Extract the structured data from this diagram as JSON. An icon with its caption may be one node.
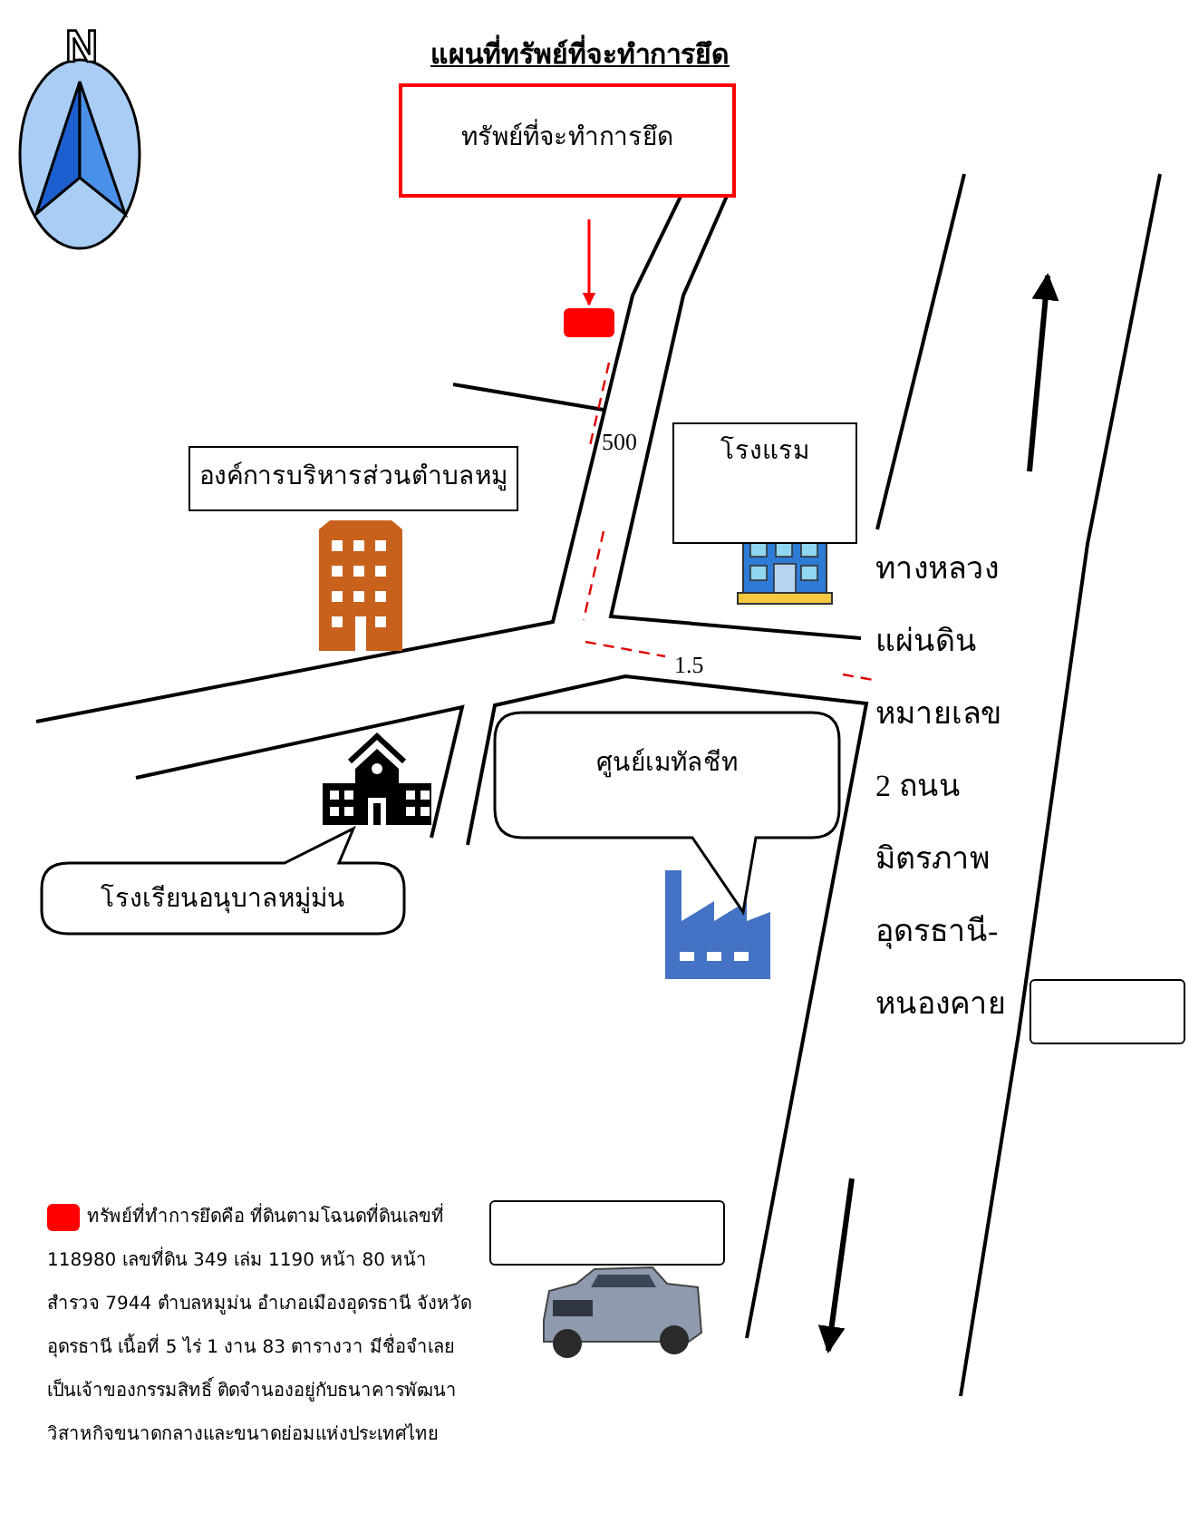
{
  "diagram": {
    "title": "แผนที่ทรัพย์ที่จะทำการยึด",
    "nodes": [
      {
        "text": [
          "ทรัพย์ที่จะทำการยึด"
        ]
      },
      {
        "text": [],
        "shape": "box"
      },
      {
        "text": [
          "องค์การบริหารส่วนตำบลหมู"
        ]
      },
      {
        "text": [
          "โรงแรม"
        ]
      },
      {
        "text": [
          "ศูนย์เมทัลชีท"
        ]
      },
      {
        "text": [
          "โรงเรียนอนุบาลหมู่ม่น"
        ]
      },
      {
        "text": [],
        "shape": "box"
      },
      {
        "text": [],
        "shape": "box"
      }
    ],
    "edges": [
      {
        "from": 0,
        "to": 1,
        "arrow": "to",
        "color": "#ff0000"
      }
    ],
    "labels": [
      "N",
      "500",
      "1.5",
      "ทางหลวงแผ่นดินหมายเลข 2 ถนนมิตรภาพ อุดรธานี-หนองคาย"
    ],
    "legend": [
      {
        "text": "ทรัพย์ที่ทำการยึดคือ ที่ดินตามโฉนดที่ดินเลขที่ 118980 เลขที่ดิน 349 เล่ม 1190 หน้า 80 หน้าสำรวจ 7944 ตำบลหมูม่น อำเภอเมืองอุดรธานี จังหวัดอุดรธานี เนื้อที่ 5 ไร่ 1 งาน 83 ตารางวา มีชื่อจำเลยเป็นเจ้าของกรรมสิทธิ์ ติดจำนองอยู่กับธนาคารพัฒนาวิสาหกิจขนาดกลางและขนาดย่อมแห่งประเทศไทย",
        "color": "#ff0000"
      }
    ]
  }
}
